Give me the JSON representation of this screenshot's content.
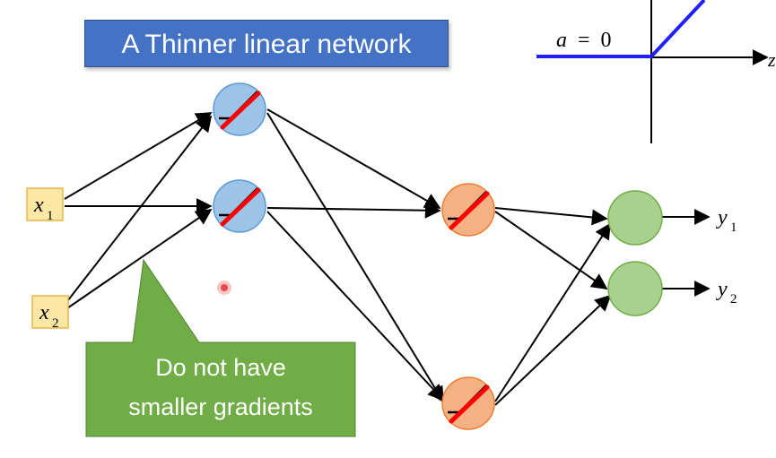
{
  "title": "A Thinner linear network",
  "callout": {
    "line1": "Do not have",
    "line2": "smaller gradients"
  },
  "inputs": [
    {
      "name": "x",
      "sub": "1"
    },
    {
      "name": "x",
      "sub": "2"
    }
  ],
  "outputs": [
    {
      "name": "y",
      "sub": "1"
    },
    {
      "name": "y",
      "sub": "2"
    }
  ],
  "activation_graph": {
    "label_var": "a",
    "label_eq": "=",
    "label_val": "0",
    "axis_label": "z"
  },
  "colors": {
    "title_bg": "#4472c4",
    "callout_bg": "#70ad47",
    "input_box": "#fde7a5",
    "hidden1_node": "#9dc3e6",
    "hidden2_node": "#f4b183",
    "output_node": "#a9d18e",
    "relu_line": "#ff0000",
    "activation_curve": "#1f1fff",
    "pointer": "#e84b4b"
  }
}
